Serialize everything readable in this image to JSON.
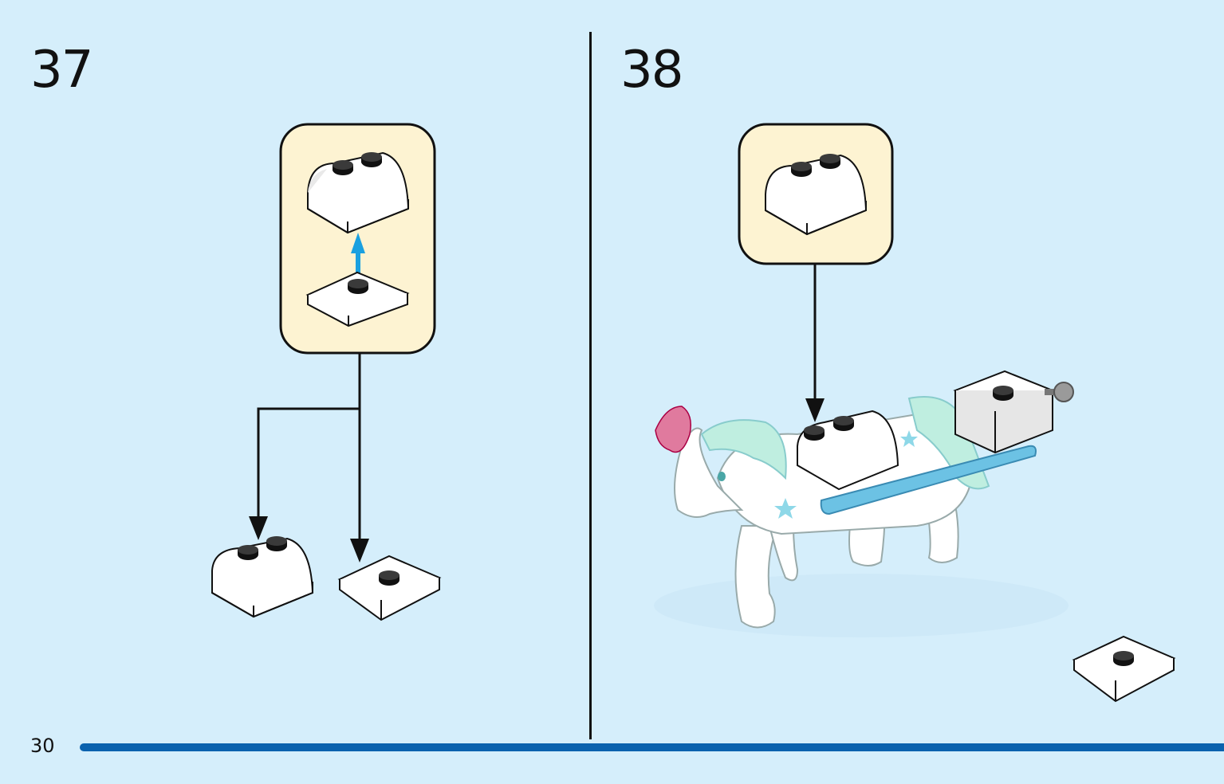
{
  "page": {
    "number": "30",
    "accent_bar_color": "#0a62ae",
    "background_color": "#d5eefb",
    "callout_color": "#fdf3d2",
    "arrow_color": "#1aa0e0"
  },
  "steps": [
    {
      "number": "37"
    },
    {
      "number": "38"
    }
  ]
}
